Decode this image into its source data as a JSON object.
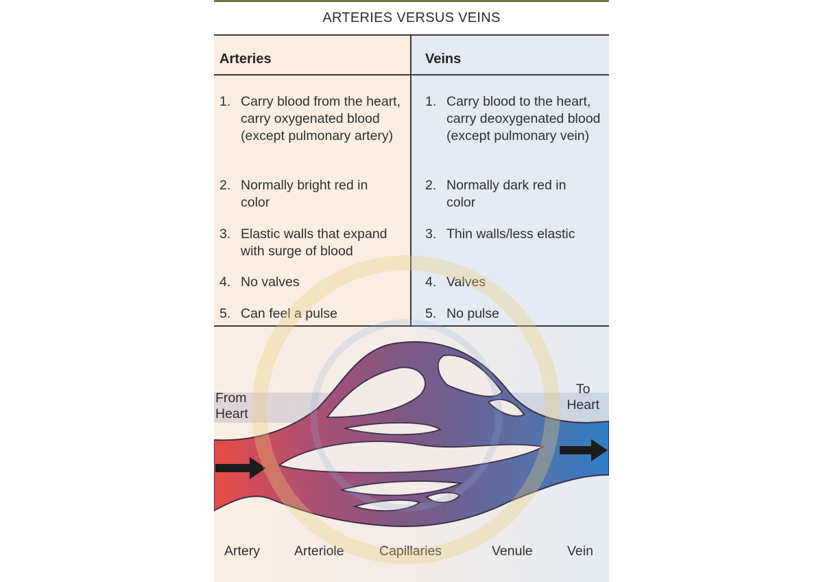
{
  "title": "ARTERIES VERSUS VEINS",
  "arteries": {
    "heading": "Arteries",
    "items": [
      {
        "num": "1.",
        "text": "Carry blood from the heart, carry oxygenated blood (except pulmonary artery)"
      },
      {
        "num": "2.",
        "text": "Normally bright red in color"
      },
      {
        "num": "3.",
        "text": "Elastic walls that expand with surge of blood"
      },
      {
        "num": "4.",
        "text": "No valves"
      },
      {
        "num": "5.",
        "text": "Can feel a pulse"
      }
    ]
  },
  "veins": {
    "heading": "Veins",
    "items": [
      {
        "num": "1.",
        "text": "Carry blood to the heart, carry deoxygenated blood (except pulmonary vein)"
      },
      {
        "num": "2.",
        "text": "Normally dark red in color"
      },
      {
        "num": "3.",
        "text": "Thin walls/less elastic"
      },
      {
        "num": "4.",
        "text": "Valves"
      },
      {
        "num": "5.",
        "text": "No pulse"
      }
    ]
  },
  "diagram": {
    "from_label": "From\nHeart",
    "to_label": "To\nHeart",
    "bottom_labels": {
      "artery": "Artery",
      "arteriole": "Arteriole",
      "capillaries": "Capillaries",
      "venule": "Venule",
      "vein": "Vein"
    },
    "colors": {
      "artery": "#e84a45",
      "capillary": "#7a5a86",
      "vein": "#2f7fc6",
      "vessel_outline": "#3e2e48",
      "arrow": "#1c1c1c"
    }
  }
}
